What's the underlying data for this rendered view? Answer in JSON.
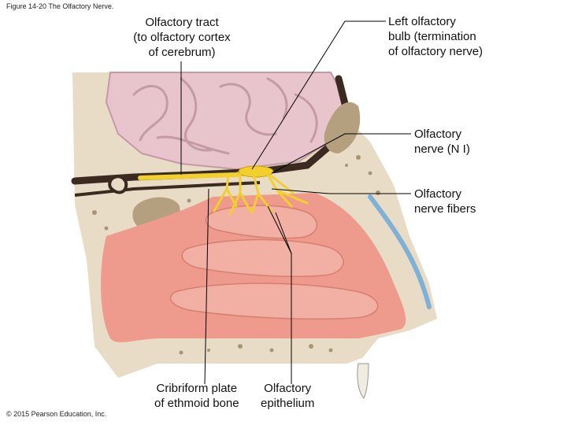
{
  "figure": {
    "caption": "Figure 14-20 The Olfactory Nerve.",
    "copyright": "© 2015 Pearson Education, Inc."
  },
  "labels": {
    "olfactory_tract": [
      "Olfactory tract",
      "(to olfactory cortex",
      "of cerebrum)"
    ],
    "olfactory_bulb": [
      "Left olfactory",
      "bulb (termination",
      "of olfactory nerve)"
    ],
    "olfactory_nerve": [
      "Olfactory",
      "nerve (N I)"
    ],
    "olfactory_nerve_fibers": [
      "Olfactory",
      "nerve fibers"
    ],
    "cribriform_plate": [
      "Cribriform plate",
      "of ethmoid bone"
    ],
    "olfactory_epithelium": [
      "Olfactory",
      "epithelium"
    ]
  },
  "colors": {
    "bone": "#e8dcc6",
    "bone_spot": "#a89578",
    "dura": "#3a2a20",
    "brain": "#e8c4cc",
    "brain_shadow": "#c49aa6",
    "mucosa": "#ee9a8c",
    "conchae": "#f1b0a3",
    "nerve": "#f2cf2a",
    "leader_line": "#000000"
  }
}
